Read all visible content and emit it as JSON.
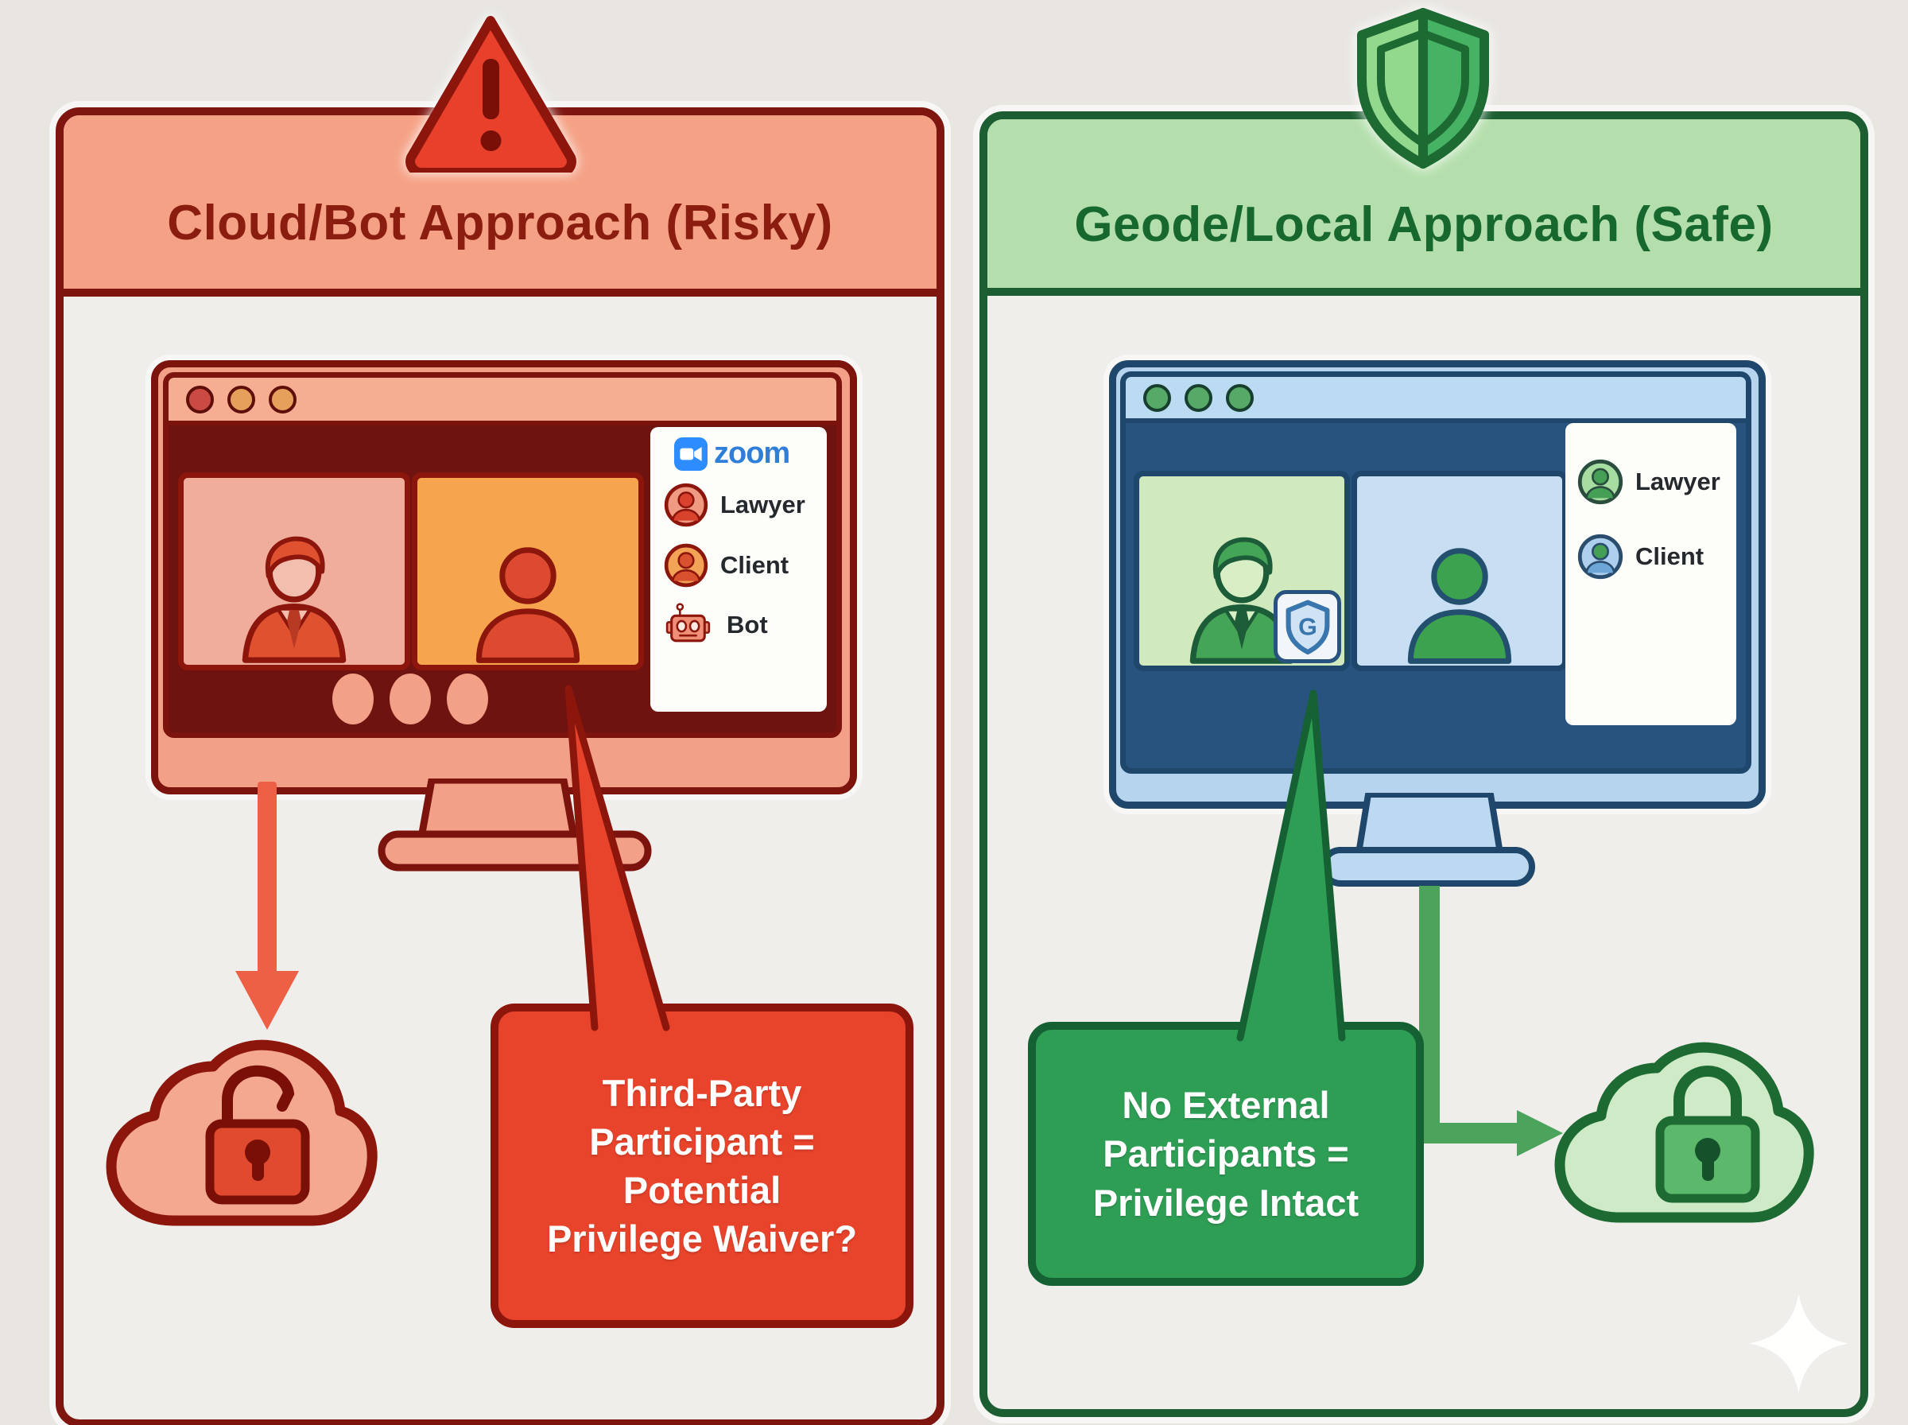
{
  "page": {
    "background": "#e9e6e2"
  },
  "left_panel": {
    "title": "Cloud/Bot Approach (Risky)",
    "header_icon": "warning-triangle-icon",
    "accent": "#e8432b",
    "border_color": "#7e150f",
    "header_bg": "#f5a185",
    "title_color": "#8b1d10",
    "monitor": {
      "logo_text": "zoom",
      "logo_color": "#2f7fd9",
      "participants": [
        {
          "name": "Lawyer",
          "icon": "lawyer-avatar-icon"
        },
        {
          "name": "Client",
          "icon": "client-avatar-icon"
        },
        {
          "name": "Bot",
          "icon": "robot-icon"
        }
      ]
    },
    "arrow": {
      "direction": "down",
      "color": "#ed6046",
      "target": "cloud-unlocked-icon"
    },
    "cloud": {
      "icon": "cloud-unlocked-icon",
      "lock_state": "unlocked",
      "color": "#f4a890"
    },
    "callout": {
      "lines": [
        "Third-Party",
        "Participant =",
        "Potential",
        "Privilege Waiver?"
      ],
      "bg": "#e8432b",
      "border_color": "#8c150c",
      "text_color": "#ffffff"
    }
  },
  "right_panel": {
    "title": "Geode/Local Approach (Safe)",
    "header_icon": "shield-icon",
    "accent": "#2f9e55",
    "border_color": "#1c5e31",
    "header_bg": "#b4dfac",
    "title_color": "#17682f",
    "monitor": {
      "participants": [
        {
          "name": "Lawyer",
          "icon": "lawyer-avatar-icon"
        },
        {
          "name": "Client",
          "icon": "client-avatar-icon"
        }
      ],
      "badge_letter": "G",
      "badge_icon": "shield-badge-icon"
    },
    "arrow": {
      "direction": "down-right",
      "color": "#4ca45c",
      "target": "cloud-locked-icon"
    },
    "cloud": {
      "icon": "cloud-locked-icon",
      "lock_state": "locked",
      "color": "#cfeac6"
    },
    "callout": {
      "lines": [
        "No External",
        "Participants =",
        "Privilege Intact"
      ],
      "bg": "#2f9e55",
      "border_color": "#156134",
      "text_color": "#ffffff"
    }
  }
}
